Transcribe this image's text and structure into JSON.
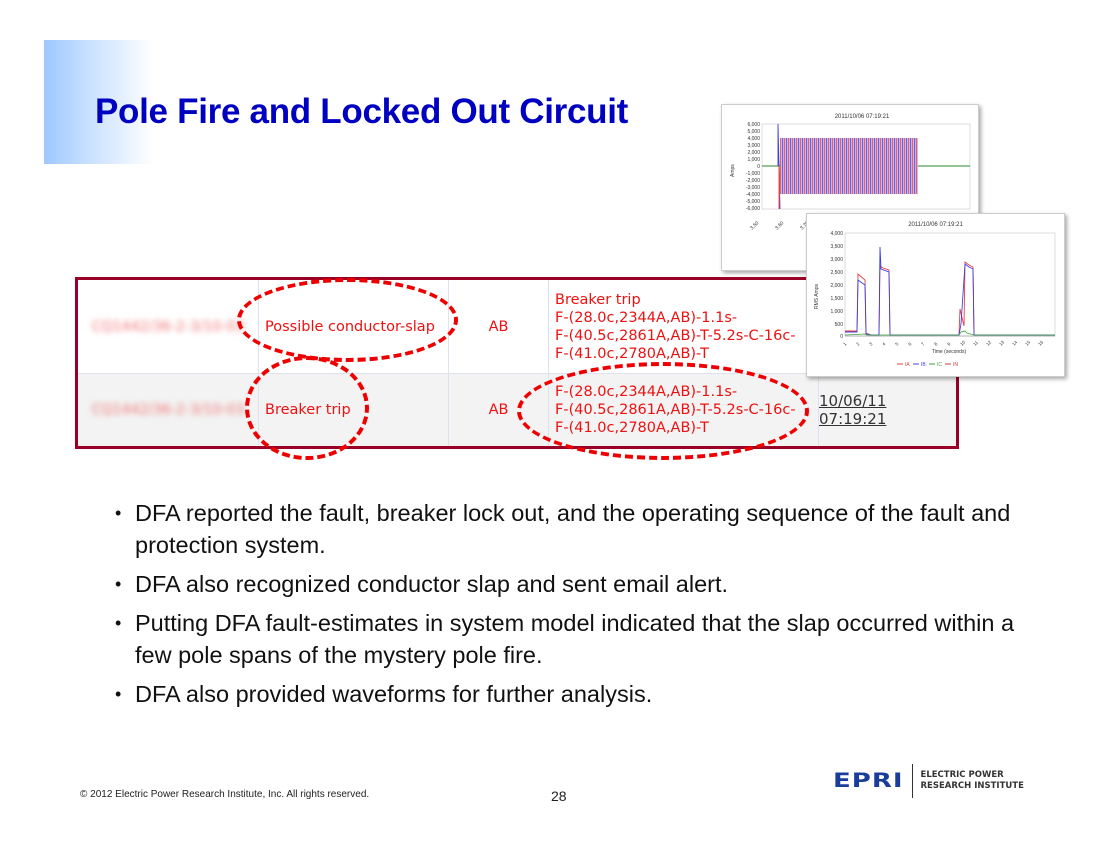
{
  "slide": {
    "title": "Pole Fire and Locked Out Circuit",
    "page_number": "28",
    "copyright": "© 2012 Electric Power Research Institute, Inc. All rights reserved."
  },
  "logo": {
    "mark": "EPRI",
    "line1": "ELECTRIC POWER",
    "line2": "RESEARCH INSTITUTE"
  },
  "table": {
    "rows": [
      {
        "id": "CQ1442/36-2-3/10-03",
        "description": "Possible conductor-slap",
        "phase": "AB",
        "sequence": [
          "Breaker trip",
          "F-(28.0c,2344A,AB)-1.1s-",
          "F-(40.5c,2861A,AB)-T-5.2s-C-16c-",
          "F-(41.0c,2780A,AB)-T"
        ],
        "time": ""
      },
      {
        "id": "CQ1442/36-2-3/10-03",
        "description": "Breaker trip",
        "phase": "AB",
        "sequence": [
          "F-(28.0c,2344A,AB)-1.1s-",
          "F-(40.5c,2861A,AB)-T-5.2s-C-16c-",
          "F-(41.0c,2780A,AB)-T"
        ],
        "time": "10/06/11 07:19:21"
      }
    ]
  },
  "bullets": [
    "DFA reported the fault, breaker lock out, and the operating sequence of the fault and protection system.",
    "DFA also recognized conductor slap and sent email alert.",
    "Putting DFA fault-estimates in system model indicated that the slap occurred within a few pole spans of the mystery pole fire.",
    "DFA also provided waveforms for further analysis."
  ],
  "charts": {
    "waveform": {
      "title": "2011/10/06 07:19:21",
      "ylabel": "Amps",
      "yticks": [
        "6,000",
        "5,000",
        "4,000",
        "3,000",
        "2,000",
        "1,000",
        "0",
        "-1,000",
        "-2,000",
        "-3,000",
        "-4,000",
        "-5,000",
        "-6,000"
      ],
      "xticks": [
        "3.50",
        "3.60",
        "3.70"
      ]
    },
    "rms": {
      "title": "2011/10/06 07:19:21",
      "ylabel": "RMS Amps",
      "xlabel": "Time (seconds)",
      "yticks": [
        "4,000",
        "3,500",
        "3,000",
        "2,500",
        "2,000",
        "1,500",
        "1,000",
        "500",
        "0"
      ],
      "xticks": [
        "1",
        "2",
        "3",
        "4",
        "5",
        "6",
        "7",
        "8",
        "9",
        "10",
        "11",
        "12",
        "13",
        "14",
        "15",
        "16"
      ],
      "legend": [
        "IA",
        "IB",
        "IC",
        "IN"
      ]
    }
  },
  "colors": {
    "title": "#0000c0",
    "table_border": "#9a0026",
    "table_text": "#ee1111",
    "highlight": "#ee0000",
    "IA": "#e84040",
    "IB": "#4040e0",
    "IC": "#40a040",
    "IN": "#c04040"
  }
}
